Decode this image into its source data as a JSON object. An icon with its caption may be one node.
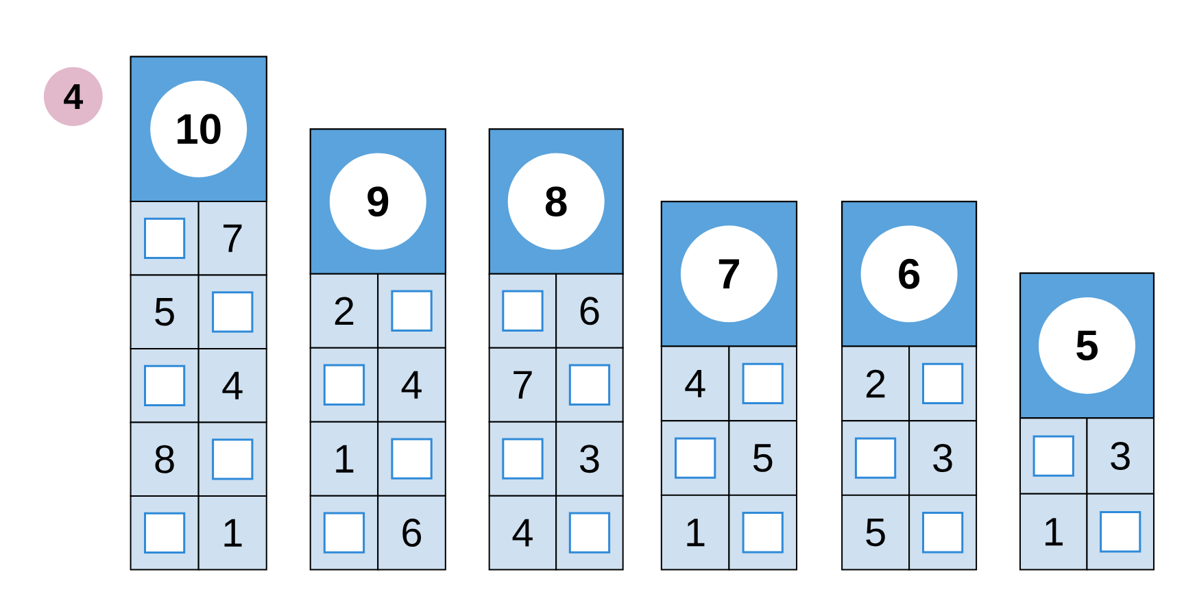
{
  "diagram": {
    "nodes": [
      {
        "text": [
          "10"
        ]
      },
      {
        "text": [],
        "shape": "box"
      },
      {
        "text": [
          "7"
        ]
      },
      {
        "text": [
          "5"
        ]
      },
      {
        "text": [],
        "shape": "box"
      },
      {
        "text": [],
        "shape": "box"
      },
      {
        "text": [
          "4"
        ]
      },
      {
        "text": [
          "8"
        ]
      },
      {
        "text": [],
        "shape": "box"
      },
      {
        "text": [],
        "shape": "box"
      },
      {
        "text": [
          "1"
        ]
      },
      {
        "text": [
          "9"
        ]
      },
      {
        "text": [
          "2"
        ]
      },
      {
        "text": [],
        "shape": "box"
      },
      {
        "text": [],
        "shape": "box"
      },
      {
        "text": [
          "4"
        ]
      },
      {
        "text": [
          "1"
        ]
      },
      {
        "text": [],
        "shape": "box"
      },
      {
        "text": [],
        "shape": "box"
      },
      {
        "text": [
          "6"
        ]
      },
      {
        "text": [
          "8"
        ]
      },
      {
        "text": [],
        "shape": "box"
      },
      {
        "text": [
          "6"
        ]
      },
      {
        "text": [
          "7"
        ]
      },
      {
        "text": [],
        "shape": "box"
      },
      {
        "text": [],
        "shape": "box"
      },
      {
        "text": [
          "3"
        ]
      },
      {
        "text": [
          "4"
        ]
      },
      {
        "text": [],
        "shape": "box"
      },
      {
        "text": [
          "7"
        ]
      },
      {
        "text": [
          "4"
        ]
      },
      {
        "text": [],
        "shape": "box"
      },
      {
        "text": [],
        "shape": "box"
      },
      {
        "text": [
          "5"
        ]
      },
      {
        "text": [
          "1"
        ]
      },
      {
        "text": [],
        "shape": "box"
      },
      {
        "text": [
          "6"
        ]
      },
      {
        "text": [
          "2"
        ]
      },
      {
        "text": [],
        "shape": "box"
      },
      {
        "text": [],
        "shape": "box"
      },
      {
        "text": [
          "3"
        ]
      },
      {
        "text": [
          "5"
        ]
      },
      {
        "text": [],
        "shape": "box"
      },
      {
        "text": [
          "5"
        ]
      },
      {
        "text": [],
        "shape": "box"
      },
      {
        "text": [
          "3"
        ]
      },
      {
        "text": [
          "1"
        ]
      },
      {
        "text": [],
        "shape": "box"
      }
    ],
    "labels": [
      "4"
    ]
  }
}
